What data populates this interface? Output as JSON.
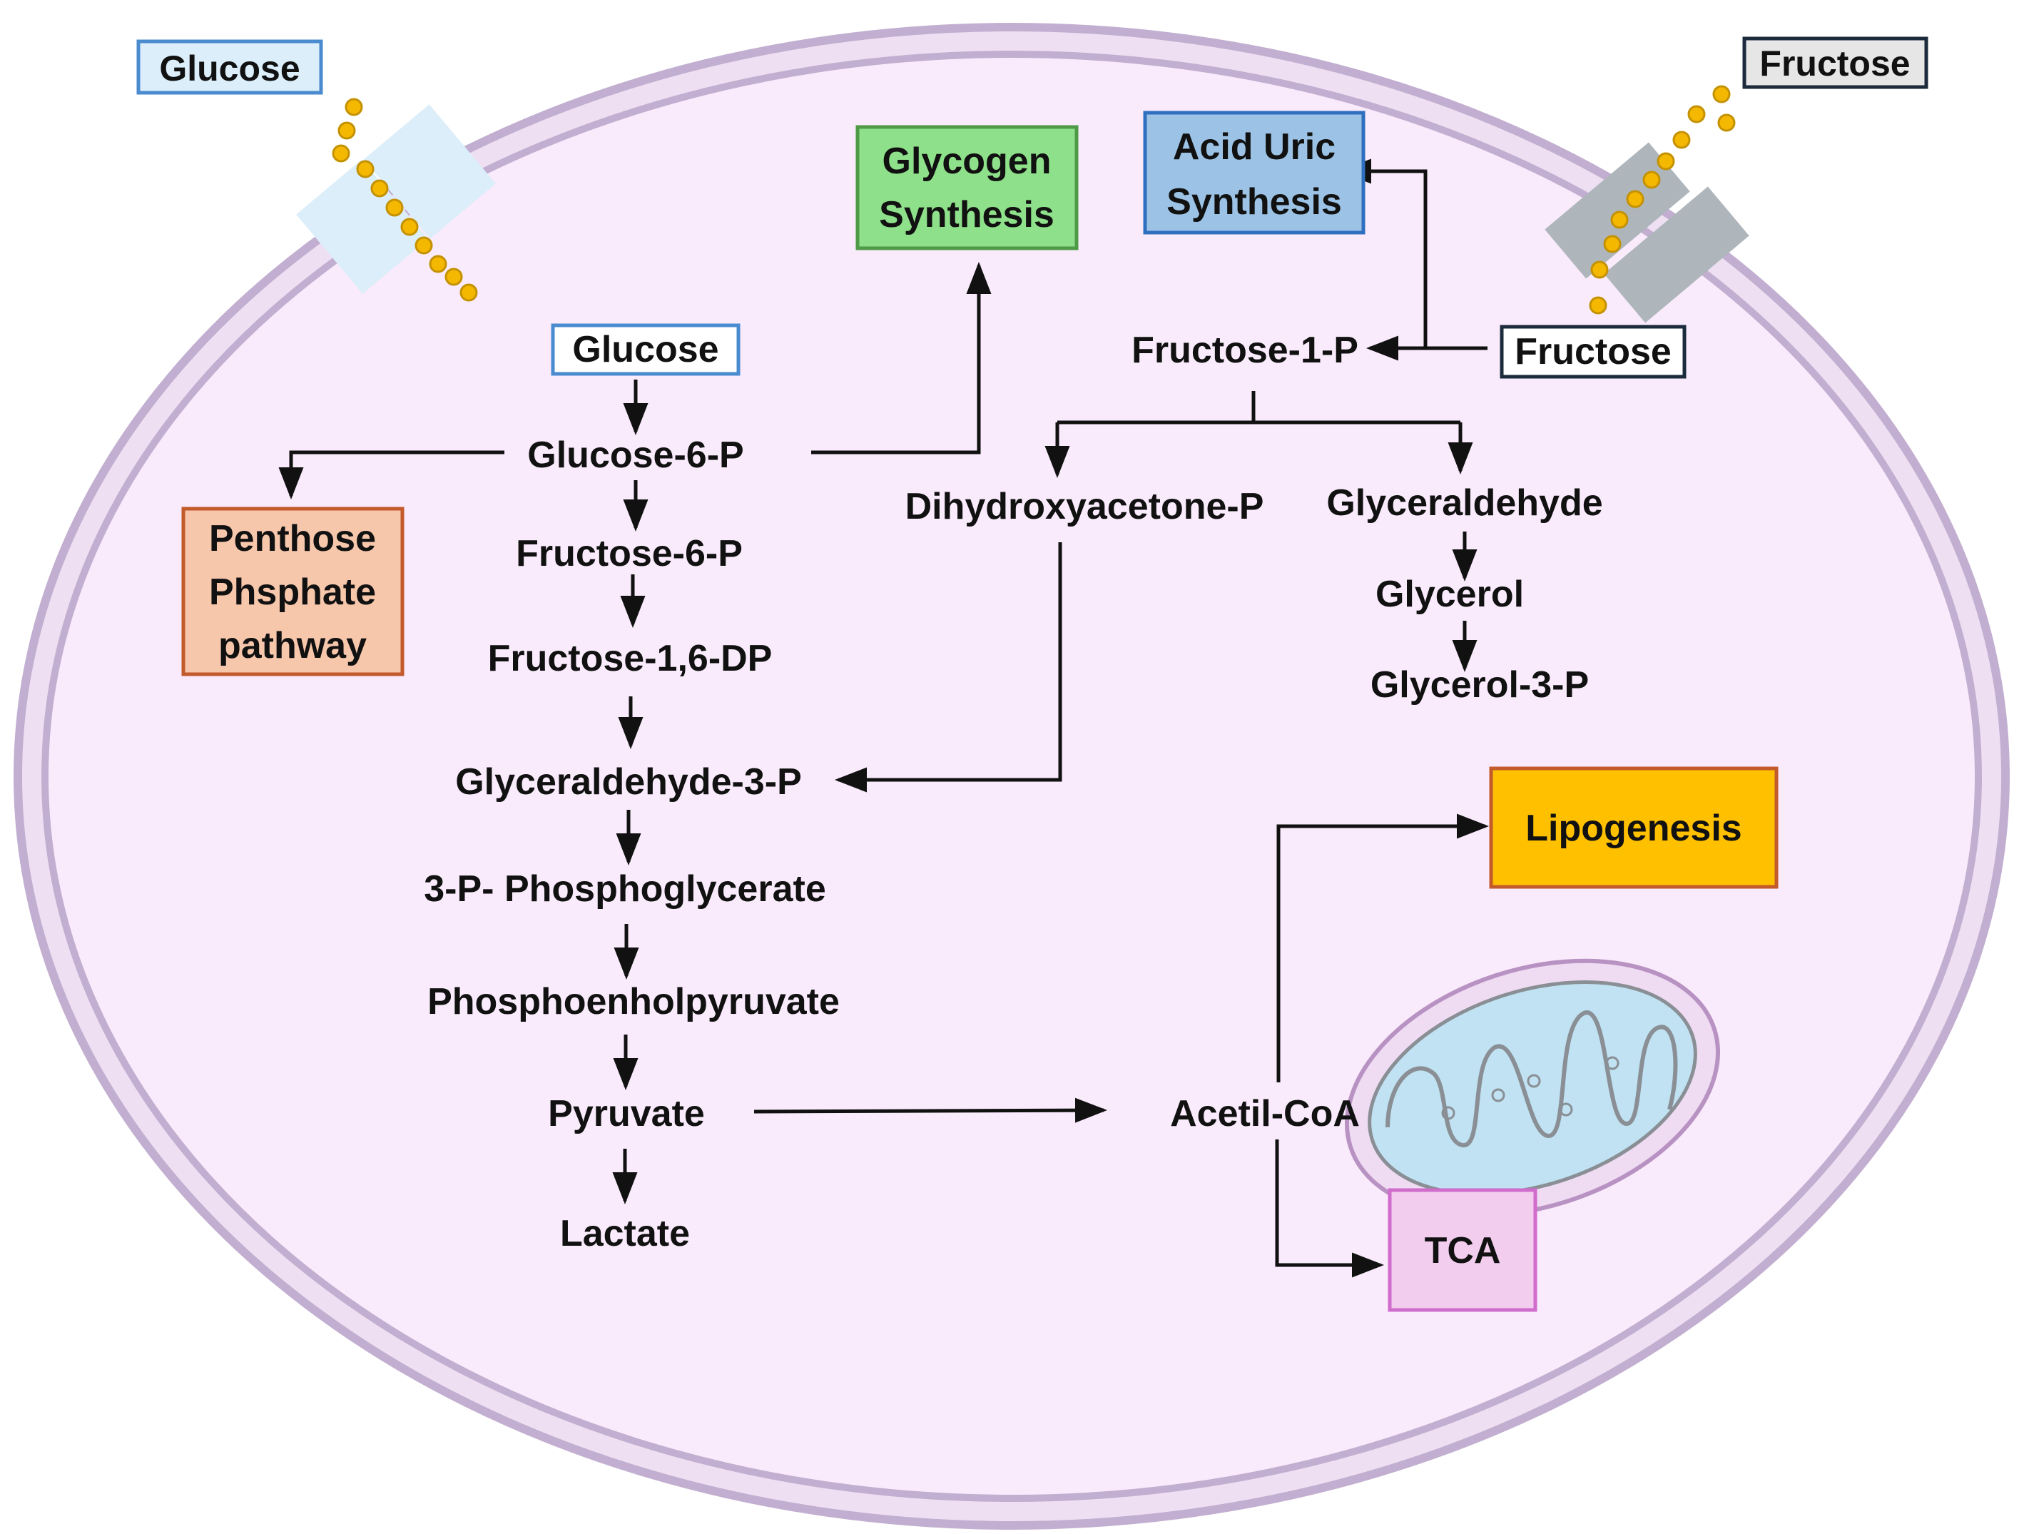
{
  "outside": {
    "glucose": "Glucose",
    "fructose": "Fructose"
  },
  "boxes": {
    "glycogen": [
      "Glycogen",
      "Synthesis"
    ],
    "acid_uric": [
      "Acid Uric",
      "Synthesis"
    ],
    "pentose": [
      "Penthose",
      "Phsphate",
      "pathway"
    ],
    "lipogenesis": "Lipogenesis",
    "tca": "TCA",
    "glucose_in": "Glucose",
    "fructose_in": "Fructose"
  },
  "glycolysis": {
    "glucose_6_p": "Glucose-6-P",
    "fructose_6_p": "Fructose-6-P",
    "fructose_1_6_dp": "Fructose-1,6-DP",
    "glyceraldehyde_3_p": "Glyceraldehyde-3-P",
    "phosphoglycerate": "3-P- Phosphoglycerate",
    "phosphoenolpyruvate": "Phosphoenholpyruvate",
    "pyruvate": "Pyruvate",
    "lactate": "Lactate",
    "acetyl_coa": "Acetil-CoA"
  },
  "fructolysis": {
    "fructose_1_p": "Fructose-1-P",
    "dihydroxyacetone_p": "Dihydroxyacetone-P",
    "glyceraldehyde": "Glyceraldehyde",
    "glycerol": "Glycerol",
    "glycerol_3_p": "Glycerol-3-P"
  },
  "colors": {
    "cell_fill": "#f9ebfb",
    "membrane": "#c2aed0",
    "glycogen_fill": "#8ee08a",
    "acid_uric_fill": "#9cc3e5",
    "pentose_fill": "#f7c7ac",
    "lipogenesis_fill": "#ffc000",
    "tca_fill": "#f2cdee",
    "glucose_transporter": "#dceefa",
    "fructose_transporter": "#aeb5bb",
    "molecule": "#f5b800",
    "mitochondrion": "#c0e2f2"
  }
}
